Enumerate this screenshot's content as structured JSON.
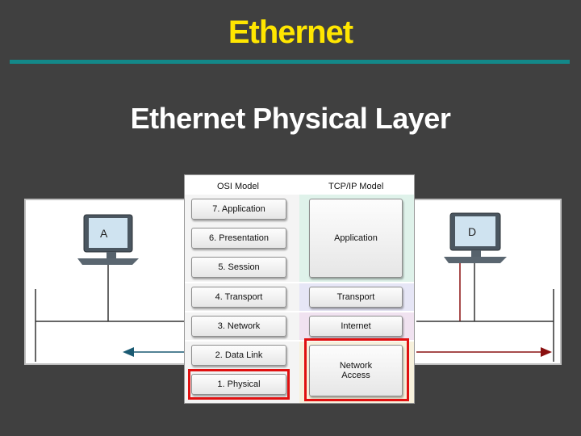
{
  "header": {
    "title": "Ethernet",
    "subtitle": "Ethernet Physical Layer"
  },
  "hosts": {
    "left": "A",
    "right": "D"
  },
  "osi": {
    "column_title": "OSI Model",
    "layers": [
      "7. Application",
      "6. Presentation",
      "5. Session",
      "4. Transport",
      "3. Network",
      "2. Data Link",
      "1. Physical"
    ]
  },
  "tcpip": {
    "column_title": "TCP/IP Model",
    "layers": [
      "Application",
      "Transport",
      "Internet",
      "Network Access"
    ]
  },
  "colors": {
    "title": "#ffe600",
    "accent_rule": "#138889",
    "highlight": "#e01010",
    "left_wire": "#1a5a72",
    "right_wire": "#8a1010"
  }
}
